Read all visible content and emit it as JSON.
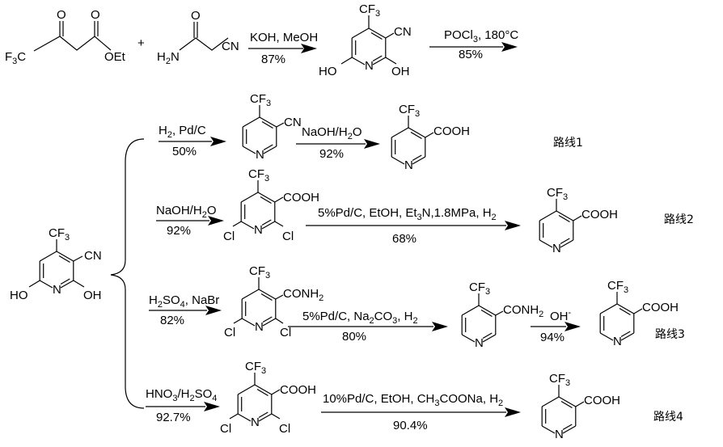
{
  "labels": {
    "ketoester": {
      "o1": "O",
      "o2": "O",
      "cf3": "F3C",
      "oet": "OEt"
    },
    "plus": "+",
    "cyanoacetamide": {
      "o": "O",
      "h2n": "H2N",
      "cn": "CN"
    },
    "step1": {
      "reagent": "KOH, MeOH",
      "yield": "87%"
    },
    "pyridone": {
      "cf3": "CF3",
      "cn": "CN",
      "ho": "HO",
      "n": "N",
      "oh": "OH"
    },
    "step2": {
      "reagent": "POCl3, 180°C",
      "yield": "85%"
    },
    "start": {
      "cf3": "CF3",
      "cn": "CN",
      "ho": "HO",
      "n": "N",
      "oh": "OH"
    },
    "route1": {
      "name": "路线1",
      "step_a": {
        "reagent": "H2, Pd/C",
        "yield": "50%"
      },
      "nitrile": {
        "cf3": "CF3",
        "cn": "CN",
        "n": "N"
      },
      "step_b": {
        "reagent": "NaOH/H2O",
        "yield": "92%"
      },
      "product": {
        "cf3": "CF3",
        "cooh": "COOH",
        "n": "N"
      }
    },
    "route2": {
      "name": "路线2",
      "step_a": {
        "reagent": "NaOH/H2O",
        "yield": "92%"
      },
      "acid": {
        "cf3": "CF3",
        "cooh": "COOH",
        "cl1": "Cl",
        "n": "N",
        "cl2": "Cl"
      },
      "step_b": {
        "reagent": "5%Pd/C, EtOH, Et3N,1.8MPa, H2",
        "yield": "68%"
      },
      "product": {
        "cf3": "CF3",
        "cooh": "COOH",
        "n": "N"
      }
    },
    "route3": {
      "name": "路线3",
      "step_a": {
        "reagent": "H2SO4, NaBr",
        "yield": "82%"
      },
      "amide": {
        "cf3": "CF3",
        "conh2": "CONH2",
        "cl1": "Cl",
        "n": "N",
        "cl2": "Cl"
      },
      "step_b": {
        "reagent": "5%Pd/C, Na2CO3, H2",
        "yield": "80%"
      },
      "amide2": {
        "cf3": "CF3",
        "conh2": "CONH2",
        "n": "N"
      },
      "step_c": {
        "reagent": "OH-",
        "yield": "94%"
      },
      "product": {
        "cf3": "CF3",
        "cooh": "COOH",
        "n": "N"
      }
    },
    "route4": {
      "name": "路线4",
      "step_a": {
        "reagent": "HNO3/H2SO4",
        "yield": "92.7%"
      },
      "acid": {
        "cf3": "CF3",
        "cooh": "COOH",
        "cl1": "Cl",
        "n": "N",
        "cl2": "Cl"
      },
      "step_b": {
        "reagent": "10%Pd/C, EtOH, CH3COONa, H2",
        "yield": "90.4%"
      },
      "product": {
        "cf3": "CF3",
        "cooh": "COOH",
        "n": "N"
      }
    }
  }
}
